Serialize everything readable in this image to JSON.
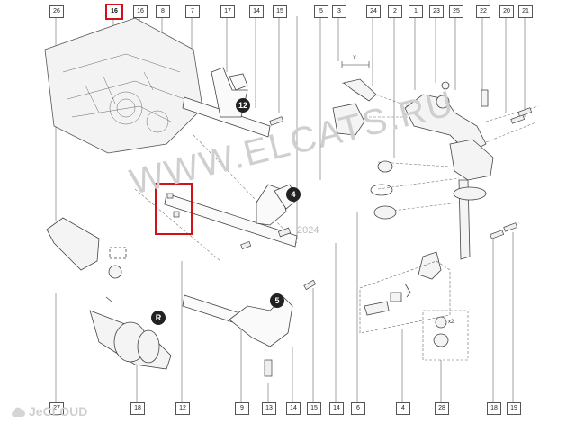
{
  "top_labels": [
    "26",
    "16",
    "16",
    "8",
    "7",
    "17",
    "14",
    "15",
    "5",
    "3",
    "24",
    "2",
    "1",
    "23",
    "25",
    "22",
    "20",
    "21"
  ],
  "bottom_labels": [
    "27",
    "18",
    "12",
    "9",
    "13",
    "14",
    "15",
    "14",
    "6",
    "4",
    "28",
    "18",
    "19"
  ],
  "callouts": {
    "c12": "12",
    "c4": "4",
    "c5": "5",
    "cR": "R"
  },
  "small_text": {
    "x_dim": "X",
    "qty": "x2"
  },
  "watermark": "WWW.ELCATS.RU",
  "watermark_year": "2024",
  "footer": "JeCLOUD",
  "highlight_color": "#d0121b"
}
